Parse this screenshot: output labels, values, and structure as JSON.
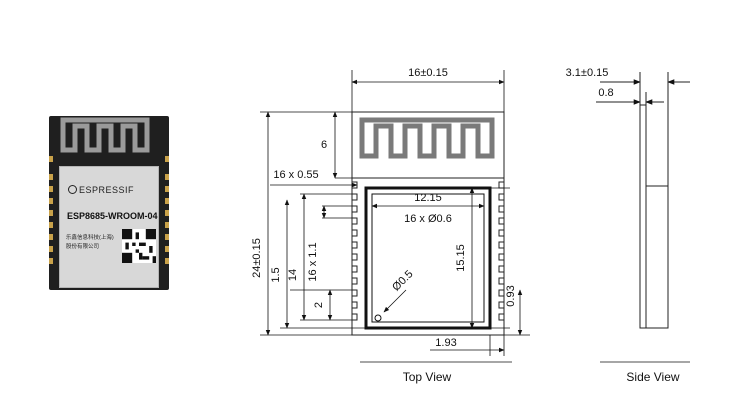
{
  "photo": {
    "brand": "ESPRESSIF",
    "model": "ESP8685-WROOM-04",
    "company_line1": "乐鑫信息科技(上海)",
    "company_line2": "股份有限公司"
  },
  "top_view": {
    "label": "Top View",
    "width_dim": "16±0.15",
    "antenna_height_dim": "6",
    "pad_width_dim": "16 x 0.55",
    "shield_width_dim": "12.15",
    "vias_dim": "16 x Ø0.6",
    "height_dim": "24±0.15",
    "dim_1_5": "1.5",
    "dim_14": "14",
    "pitch_dim": "16 x 1.1",
    "dim_2": "2",
    "via_dia_dim": "Ø0.5",
    "shield_height_dim": "15.15",
    "dim_0_93": "0.93",
    "dim_1_93": "1.93"
  },
  "side_view": {
    "label": "Side View",
    "thickness_dim": "3.1±0.15",
    "pcb_dim": "0.8"
  }
}
